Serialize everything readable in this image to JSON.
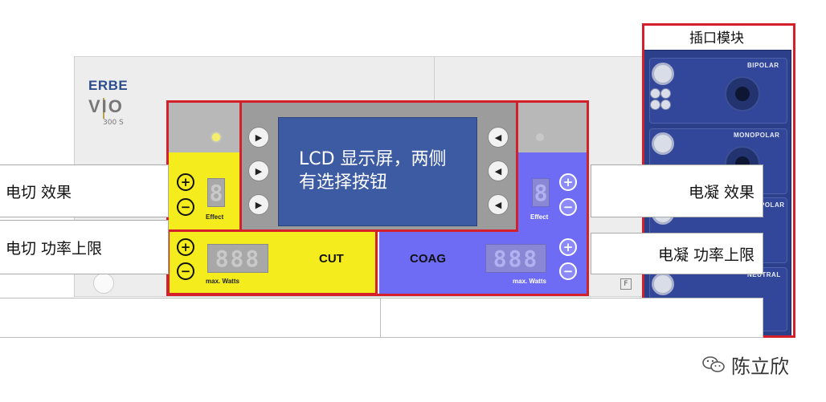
{
  "device": {
    "brand": "ERBE",
    "model": "VIO",
    "model_sub": "300 S",
    "f_badge": "F"
  },
  "panel": {
    "lcd_text": "LCD 显示屏，两侧有选择按钮",
    "cut": {
      "label": "CUT",
      "effect_digit": "8",
      "effect_label": "Effect",
      "watts_digits": "888",
      "watts_label": "max. Watts"
    },
    "coag": {
      "label": "COAG",
      "effect_digit": "8",
      "effect_label": "Effect",
      "watts_digits": "888",
      "watts_label": "max. Watts"
    }
  },
  "module": {
    "label": "插口模块",
    "ports": [
      "BIPOLAR",
      "MONOPOLAR",
      "POLAR",
      "NEUTRAL"
    ]
  },
  "callouts": {
    "cut_effect": "电切 效果",
    "cut_power": "电切 功率上限",
    "coag_effect": "电凝 效果",
    "coag_power": "电凝 功率上限"
  },
  "watermark": {
    "text": "陈立欣"
  },
  "colors": {
    "frame_red": "#d4202a",
    "cut_yellow": "#f4ec1c",
    "coag_blue": "#6e6cf4",
    "lcd_blue": "#3d5ba3",
    "module_navy": "#2b3f8a"
  }
}
